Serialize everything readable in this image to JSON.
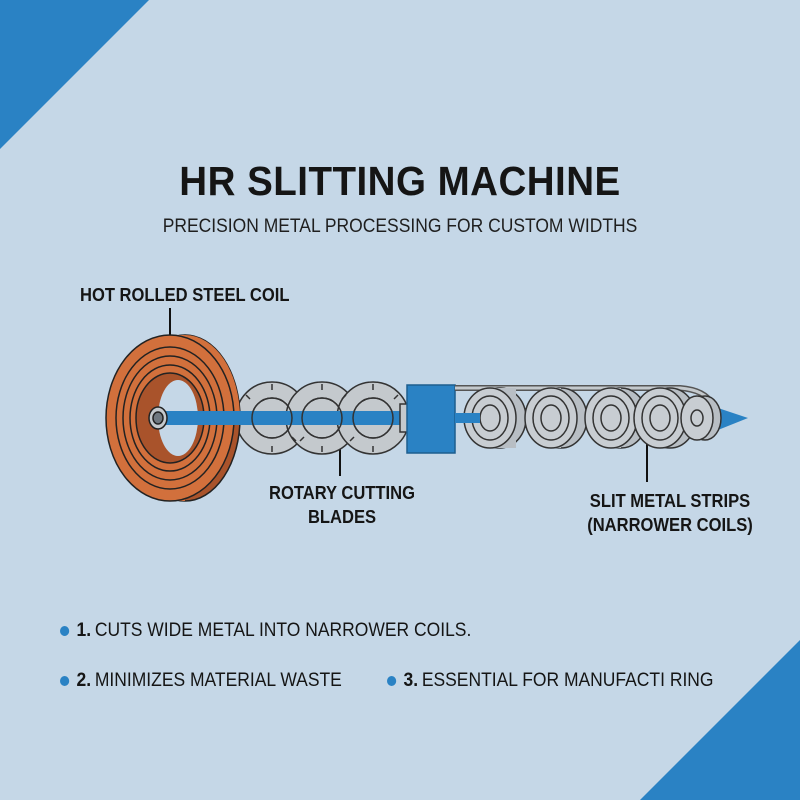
{
  "title": "HR SLITTING MACHINE",
  "subtitle": "PRECISION METAL PROCESSING FOR CUSTOM WIDTHS",
  "labels": {
    "coil": "HOT ROLLED STEEL COIL",
    "blades_line1": "ROTARY CUTTING",
    "blades_line2": "BLADES",
    "strips_line1": "SLIT METAL STRIPS",
    "strips_line2": "(NARROWER COILS)"
  },
  "bullets": [
    {
      "number": "1.",
      "text": "CUTS WIDE METAL INTO NARROWER COILS."
    },
    {
      "number": "2.",
      "text": "MINIMIZES MATERIAL WASTE"
    },
    {
      "number": "3.",
      "text": "ESSENTIAL FOR MANUFACTI RING"
    }
  ],
  "colors": {
    "background": "#c5d7e7",
    "accent_blue": "#2a82c4",
    "coil_orange": "#d2703c",
    "coil_shadow": "#a9532b",
    "blade_gray": "#c4c9cd",
    "text": "#151515"
  },
  "diagram": {
    "components": [
      "hot-rolled-steel-coil",
      "rotary-cutting-blades",
      "drive-unit",
      "slit-coils",
      "output-arrow"
    ],
    "blade_count": 3,
    "slit_coil_count": 5
  }
}
